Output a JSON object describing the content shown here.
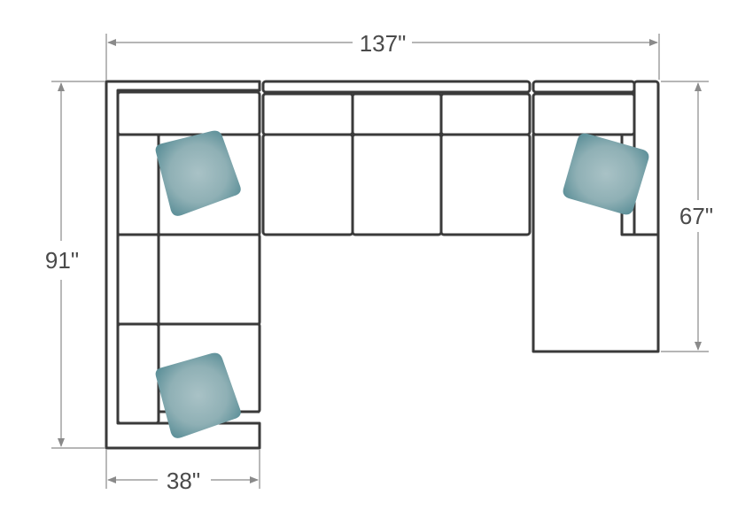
{
  "dimensions": {
    "overall_width": "137\"",
    "overall_depth": "91\"",
    "chaise_depth": "67\"",
    "arm_section_width": "38\""
  },
  "colors": {
    "outline": "#3a3a3a",
    "dimension": "#8a8a8a",
    "pillow_center": "#a9c2c6",
    "pillow_edge": "#4f8791"
  },
  "pillows": [
    {
      "name": "pillow-top-left"
    },
    {
      "name": "pillow-bottom-left"
    },
    {
      "name": "pillow-top-right"
    }
  ]
}
